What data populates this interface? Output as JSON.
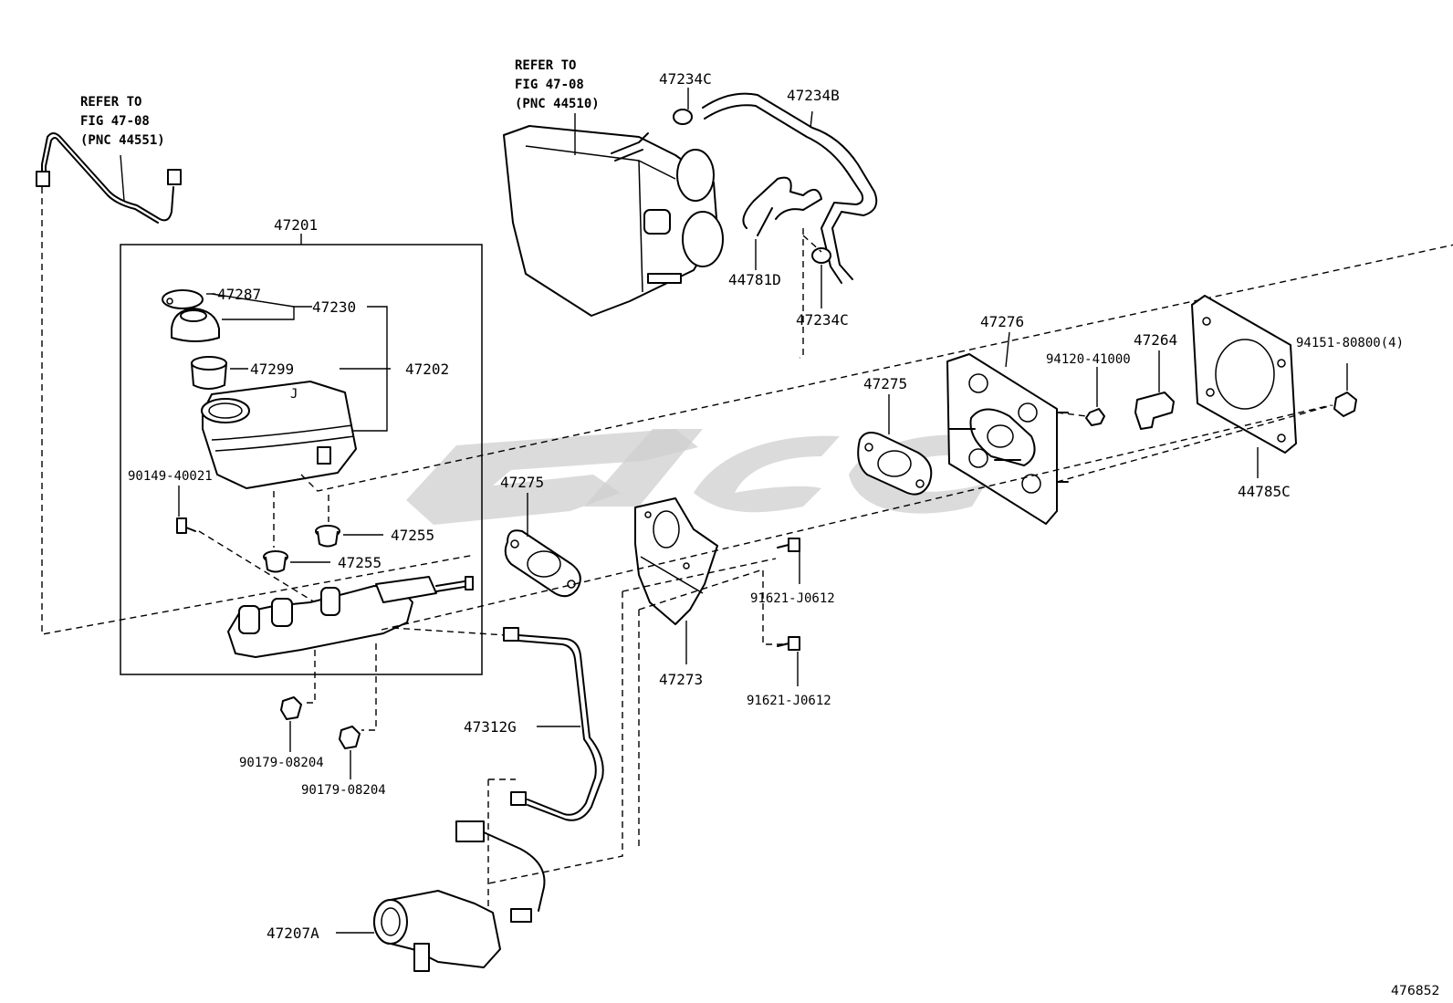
{
  "references": {
    "brake_line": [
      "REFER TO",
      "FIG 47-08",
      "(PNC 44551)"
    ],
    "actuator": [
      "REFER TO",
      "FIG 47-08",
      "(PNC 44510)"
    ]
  },
  "labels": {
    "p47201": "47201",
    "p47287": "47287",
    "p47230": "47230",
    "p47299": "47299",
    "p47202": "47202",
    "p90149": "90149-40021",
    "p47255a": "47255",
    "p47255b": "47255",
    "p90179a": "90179-08204",
    "p90179b": "90179-08204",
    "p47275a": "47275",
    "p47275b": "47275",
    "p47273": "47273",
    "p91621a": "91621-J0612",
    "p91621b": "91621-J0612",
    "p47312g": "47312G",
    "p47207a": "47207A",
    "p47234c_top": "47234C",
    "p47234b": "47234B",
    "p44781d": "44781D",
    "p47234c_bot": "47234C",
    "p47276": "47276",
    "p47264": "47264",
    "p94120": "94120-41000",
    "p94151": "94151-80800(4)",
    "p44785c": "44785C"
  },
  "diagram_code": "476852"
}
